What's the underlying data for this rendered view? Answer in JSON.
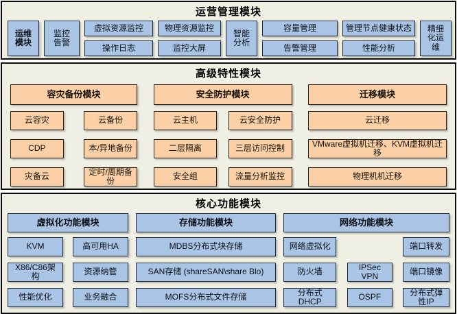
{
  "colors": {
    "blue_box": "#a9c4e4",
    "orange_box": "#fbd0a6",
    "panel_bg": "#f0efe3",
    "panel_border": "#0d0d0d",
    "box_border": "#1c2b3a"
  },
  "ops": {
    "title": "运营管理模块",
    "yunwei": "运维\n模块",
    "jiankong_gaojing": "监控\n告警",
    "xuni_ziyuan": "虚拟资源监控",
    "caozuo_rizhi": "操作日志",
    "wuli_ziyuan": "物理资源监控",
    "jiankong_daping": "监控大屏",
    "zhineng_fenxi": "智能\n分析",
    "rongliang": "容量管理",
    "gaojing_guanli": "告警管理",
    "jiedian_jiankang": "管理节点健康状态",
    "xingneng_fenxi": "性能分析",
    "jingxihua": "精细\n化运\n维"
  },
  "advanced": {
    "title": "高级特性模块",
    "dr": {
      "header": "容灾备份模块",
      "r1c1": "云容灾",
      "r1c2": "云备份",
      "r2c1": "CDP",
      "r2c2": "本/异地备份",
      "r3c1": "灾备云",
      "r3c2": "定时/周期备份"
    },
    "security": {
      "header": "安全防护模块",
      "r1c1": "云主机",
      "r1c2": "云安全防护",
      "r2c1": "二层隔离",
      "r2c2": "三层访问控制",
      "r3c1": "安全组",
      "r3c2": "流量分析监控"
    },
    "migration": {
      "header": "迁移模块",
      "r1": "云迁移",
      "r2": "VMware虚拟机迁移、KVM虚拟机迁移",
      "r3": "物理机机迁移"
    }
  },
  "core": {
    "title": "核心功能模块",
    "virt": {
      "header": "虚拟化功能模块",
      "r1c1": "KVM",
      "r1c2": "高可用HA",
      "r2c1": "X86/C86架\n构",
      "r2c2": "资源纳管",
      "r3c1": "性能优化",
      "r3c2": "业务融合"
    },
    "storage": {
      "header": "存储功能模块",
      "r1": "MDBS分布式块存储",
      "r2": "SAN存储 (shareSAN\\share Blo)",
      "r3": "MOFS分布式文件存储"
    },
    "network": {
      "header": "网络功能模块",
      "r1c1": "网络虚拟化",
      "r1c3": "端口转发",
      "r2c1": "防火墙",
      "r2c2": "IPSec VPN",
      "r2c3": "端口镜像",
      "r3c1": "分布式\nDHCP",
      "r3c2": "OSPF",
      "r3c3": "分布式弹\n性IP"
    }
  }
}
